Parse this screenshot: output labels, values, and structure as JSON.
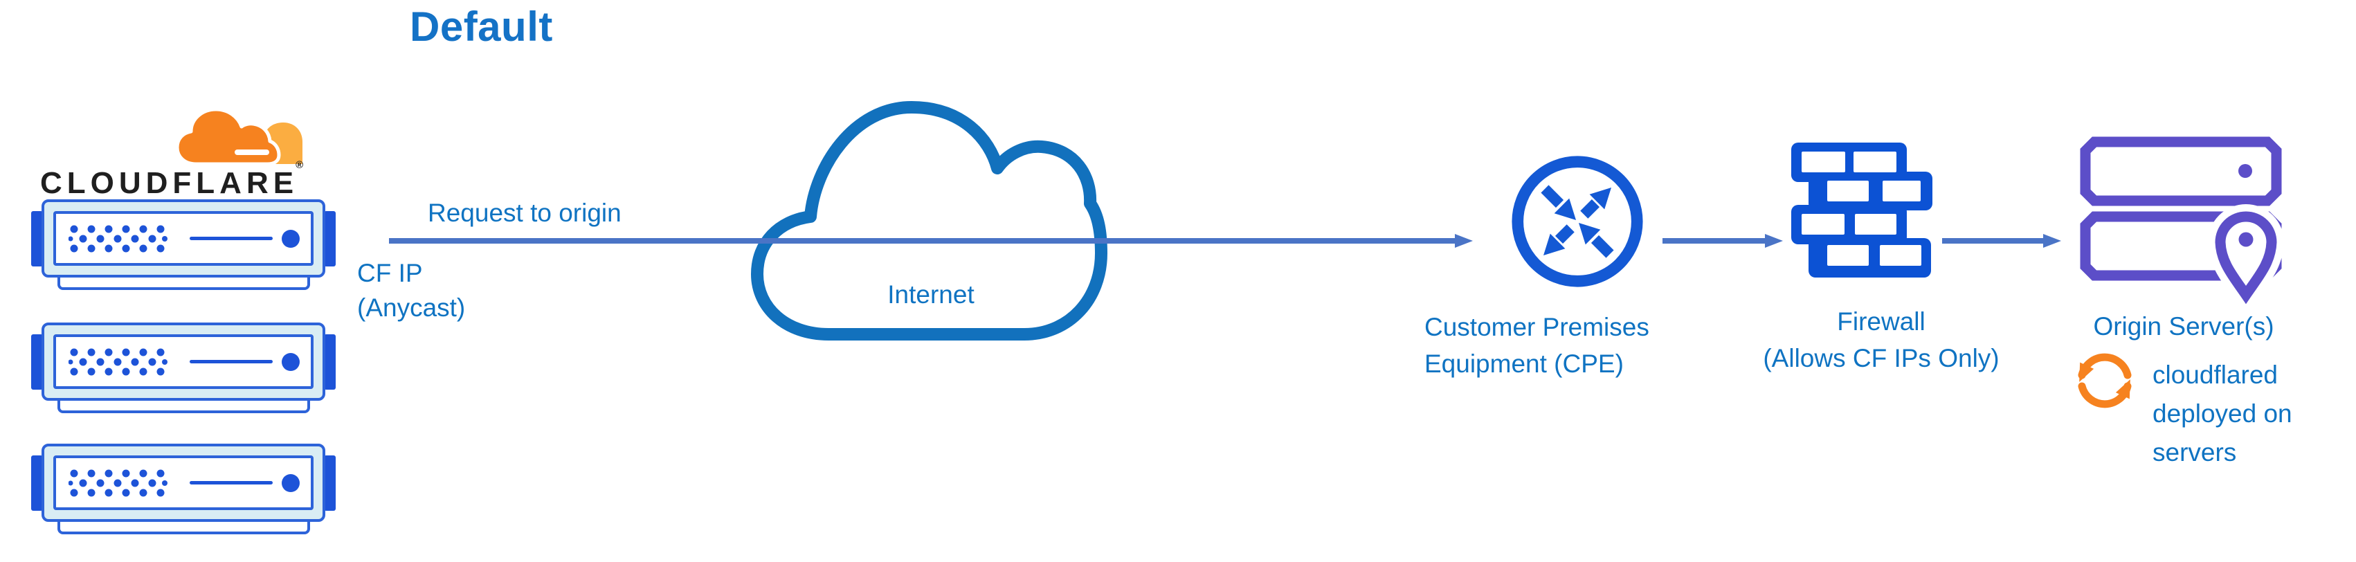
{
  "title": "Default",
  "brand": {
    "wordmark": "CLOUDFLARE",
    "registered": "®"
  },
  "labels": {
    "request": "Request to origin",
    "cf_ip": "CF IP\n(Anycast)",
    "internet": "Internet",
    "cpe": "Customer Premises\nEquipment (CPE)",
    "firewall": "Firewall\n(Allows CF IPs Only)",
    "origin": "Origin Server(s)",
    "cloudflared": "cloudflared\ndeployed on\nservers"
  },
  "colors": {
    "title": "#1472c6",
    "accent_text": "#0f73c2",
    "arrow": "#4a74c6",
    "cloud_stroke": "#1271bd",
    "icon_blue": "#0c52d4",
    "cpe_blue": "#1459d4",
    "server_outline": "#2d63d9",
    "server_fill": "#d9edf4",
    "server_accent": "#1d53d8",
    "origin_purple": "#5c4ec8",
    "cf_orange": "#f6821f",
    "cf_orange_light": "#fbad41",
    "wordmark_black": "#1f1f1f"
  }
}
